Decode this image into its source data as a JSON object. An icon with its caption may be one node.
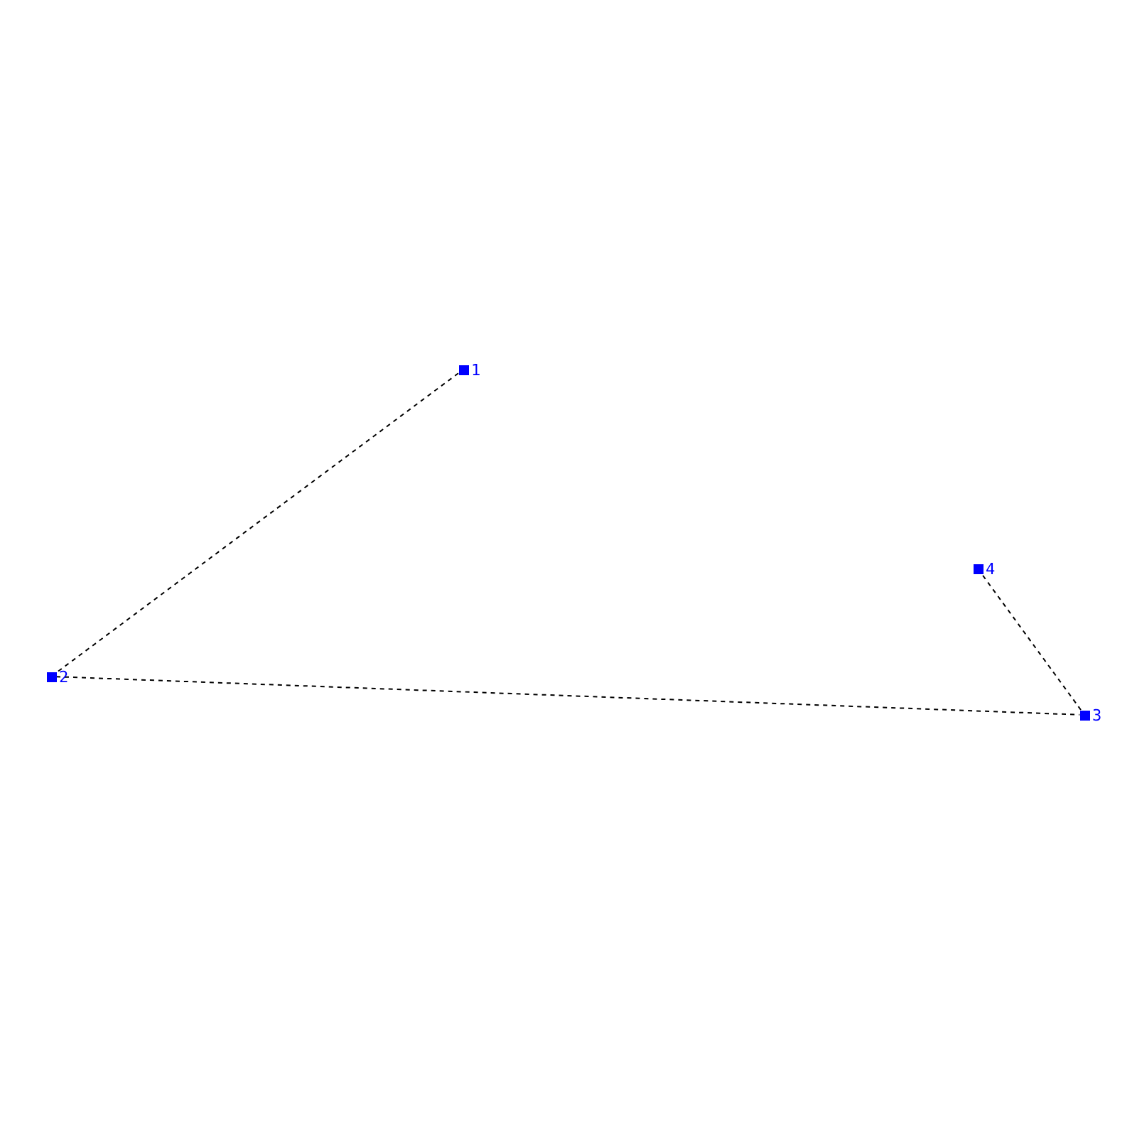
{
  "diagram": {
    "nodes": [
      {
        "text": [],
        "shape": "box",
        "beside": [
          "1"
        ]
      },
      {
        "text": [],
        "shape": "box",
        "beside": [
          "2"
        ]
      },
      {
        "text": [],
        "shape": "box",
        "beside": [
          "3"
        ]
      },
      {
        "text": [],
        "shape": "box",
        "beside": [
          "4"
        ]
      }
    ],
    "edges": [
      {
        "from": 0,
        "to": 1,
        "arrow": "none",
        "style": "dashed"
      },
      {
        "from": 1,
        "to": 2,
        "arrow": "none",
        "style": "dashed"
      },
      {
        "from": 2,
        "to": 3,
        "arrow": "none",
        "style": "dashed"
      }
    ]
  }
}
